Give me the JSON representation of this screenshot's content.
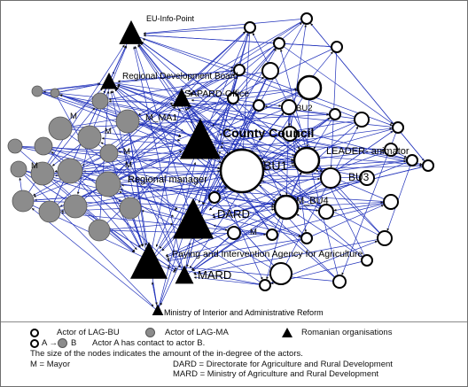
{
  "labels": {
    "eu_info": "EU-Info-Point",
    "rdb": "Regional Development Board",
    "sapard": "SAPARD-Office",
    "county": "County Council",
    "m_ma1": "M_MA1",
    "bu1": "BU1",
    "bu2": "BU2",
    "bu3": "BU3",
    "bu4": "M_BU4",
    "leader": "LEADER- animator",
    "regional_manager": "Regional manager",
    "dard": "DARD",
    "paia": "Paying and Intervention Agency for Agriculture",
    "mard": "MARD",
    "ministry_interior": "Ministry of Interior and Administrative Reform",
    "m": "M"
  },
  "legend": {
    "bu": "Actor of LAG-BU",
    "ma": "Actor of LAG-MA",
    "ro": "Romanian organisations",
    "arrow_a": "A →",
    "arrow_b": "B",
    "contact": "Actor A has contact to actor B.",
    "size_note": "The size of the nodes indicates the amount of the in-degree of the actors.",
    "mayor": "M = Mayor",
    "dard_def": "DARD  = Directorate for Agriculture and Rural Development",
    "mard_def": "MARD = Ministry of Agriculture and Rural Development"
  },
  "colors": {
    "edge": "#2233bb",
    "lag_bu": "#ffffff",
    "lag_ma": "#8c8c8c",
    "romanian": "#000000"
  }
}
